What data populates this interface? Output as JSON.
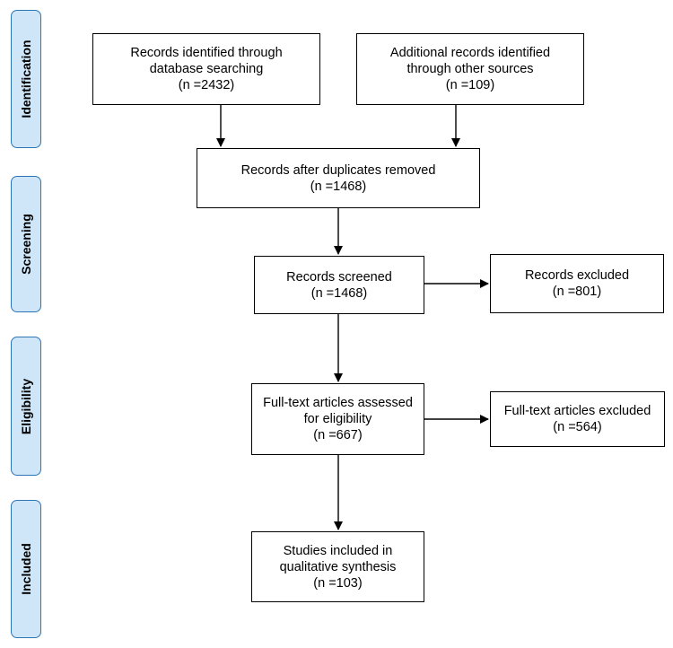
{
  "phases": {
    "identification": "Identification",
    "screening": "Screening",
    "eligibility": "Eligibility",
    "included": "Included"
  },
  "boxes": {
    "database": {
      "line1": "Records identified through",
      "line2": "database searching",
      "count": "(n =2432)"
    },
    "other": {
      "line1": "Additional records identified",
      "line2": "through other sources",
      "count": "(n =109)"
    },
    "duplicates": {
      "line1": "Records after duplicates removed",
      "count": "(n =1468)"
    },
    "screened": {
      "line1": "Records screened",
      "count": "(n =1468)"
    },
    "excluded": {
      "line1": "Records excluded",
      "count": "(n =801)"
    },
    "fulltext": {
      "line1": "Full-text articles assessed",
      "line2": "for eligibility",
      "count": "(n =667)"
    },
    "fulltext_excluded": {
      "line1": "Full-text articles excluded",
      "count": "(n =564)"
    },
    "included": {
      "line1": "Studies included in",
      "line2": "qualitative synthesis",
      "count": "(n =103)"
    }
  }
}
